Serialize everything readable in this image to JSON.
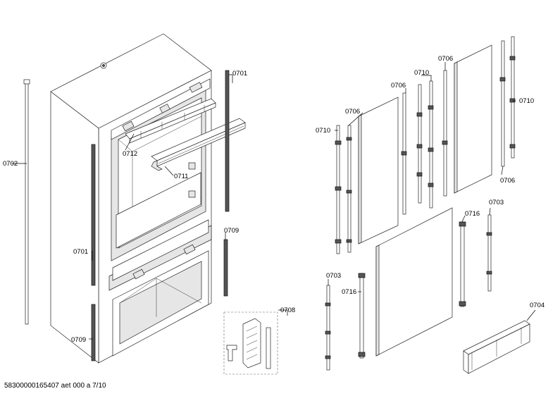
{
  "labels": {
    "l0701a": "0701",
    "l0702": "0702",
    "l0712": "0712",
    "l0711": "0711",
    "l0701b": "0701",
    "l0709a": "0709",
    "l0709b": "0709",
    "l0708": "0708",
    "l0710a": "0710",
    "l0706a": "0706",
    "l0706b": "0706",
    "l0710b": "0710",
    "l0706c": "0706",
    "l0710c": "0710",
    "l0706d": "0706",
    "l0716a": "0716",
    "l0703a": "0703",
    "l0703b": "0703",
    "l0716b": "0716",
    "l0704": "0704"
  },
  "footer": "58300000165407 aet 000 a 7/10"
}
